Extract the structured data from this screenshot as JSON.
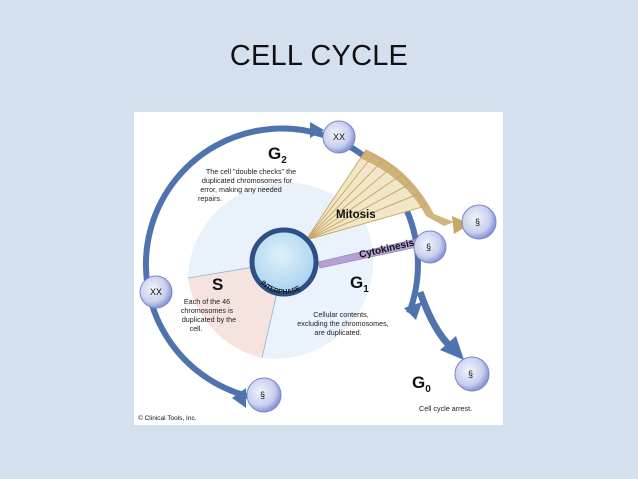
{
  "slide": {
    "title": "CELL CYCLE"
  },
  "diagram": {
    "g2": {
      "letter": "G",
      "subscript": "2",
      "description": [
        "The cell \"double checks\" the",
        "duplicated chromosomes for",
        "error, making any needed",
        "repairs."
      ]
    },
    "s": {
      "letter": "S",
      "description": [
        "Each of the 46",
        "chromosomes is",
        "duplicated by the",
        "cell."
      ]
    },
    "g1": {
      "letter": "G",
      "subscript": "1",
      "description": [
        "Cellular contents,",
        "excluding the chromosomes,",
        "are duplicated."
      ]
    },
    "g0": {
      "letter": "G",
      "subscript": "0",
      "description": "Cell cycle arrest."
    },
    "mitosis_label": "Mitosis",
    "cytokinesis_label": "Cytokinesis",
    "interphase_label": "INTERPHASE",
    "credit": "Clinical Tools, Inc.",
    "colors": {
      "ring": "#4f73ad",
      "g2_sector": "#e9f1fb",
      "g1_sector": "#eaf2fb",
      "s_sector": "#f6e2de",
      "mitosis": "#f1e7c8",
      "mitosis_stroke": "#c8a868",
      "cytokinesis": "#b4a0d2",
      "center": "#bfe0f5"
    }
  }
}
